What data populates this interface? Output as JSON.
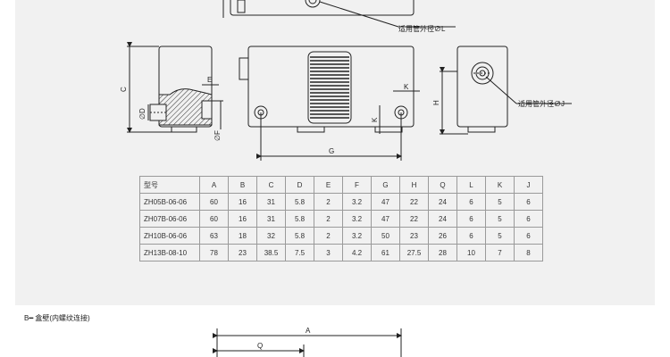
{
  "drawing": {
    "label_top_pipe_od": "适用管外径∅L",
    "label_side_pipe_od": "适用管外径∅J",
    "dim_c": "C",
    "dim_e": "E",
    "dim_d": "∅D",
    "dim_f": "∅F",
    "dim_g": "G",
    "dim_k1": "K",
    "dim_k2": "K",
    "dim_h": "H"
  },
  "table": {
    "headers": [
      "型号",
      "A",
      "B",
      "C",
      "D",
      "E",
      "F",
      "G",
      "H",
      "Q",
      "L",
      "K",
      "J"
    ],
    "rows": [
      [
        "ZH05B-06-06",
        "60",
        "16",
        "31",
        "5.8",
        "2",
        "3.2",
        "47",
        "22",
        "24",
        "6",
        "5",
        "6"
      ],
      [
        "ZH07B-06-06",
        "60",
        "16",
        "31",
        "5.8",
        "2",
        "3.2",
        "47",
        "22",
        "24",
        "6",
        "5",
        "6"
      ],
      [
        "ZH10B-06-06",
        "63",
        "18",
        "32",
        "5.8",
        "2",
        "3.2",
        "50",
        "23",
        "26",
        "6",
        "5",
        "6"
      ],
      [
        "ZH13B-08-10",
        "78",
        "23",
        "38.5",
        "7.5",
        "3",
        "4.2",
        "61",
        "27.5",
        "28",
        "10",
        "7",
        "8"
      ]
    ]
  },
  "section2": {
    "title": "B━ 盒壁(内螺纹连接)",
    "dim_a": "A",
    "dim_q": "Q"
  }
}
